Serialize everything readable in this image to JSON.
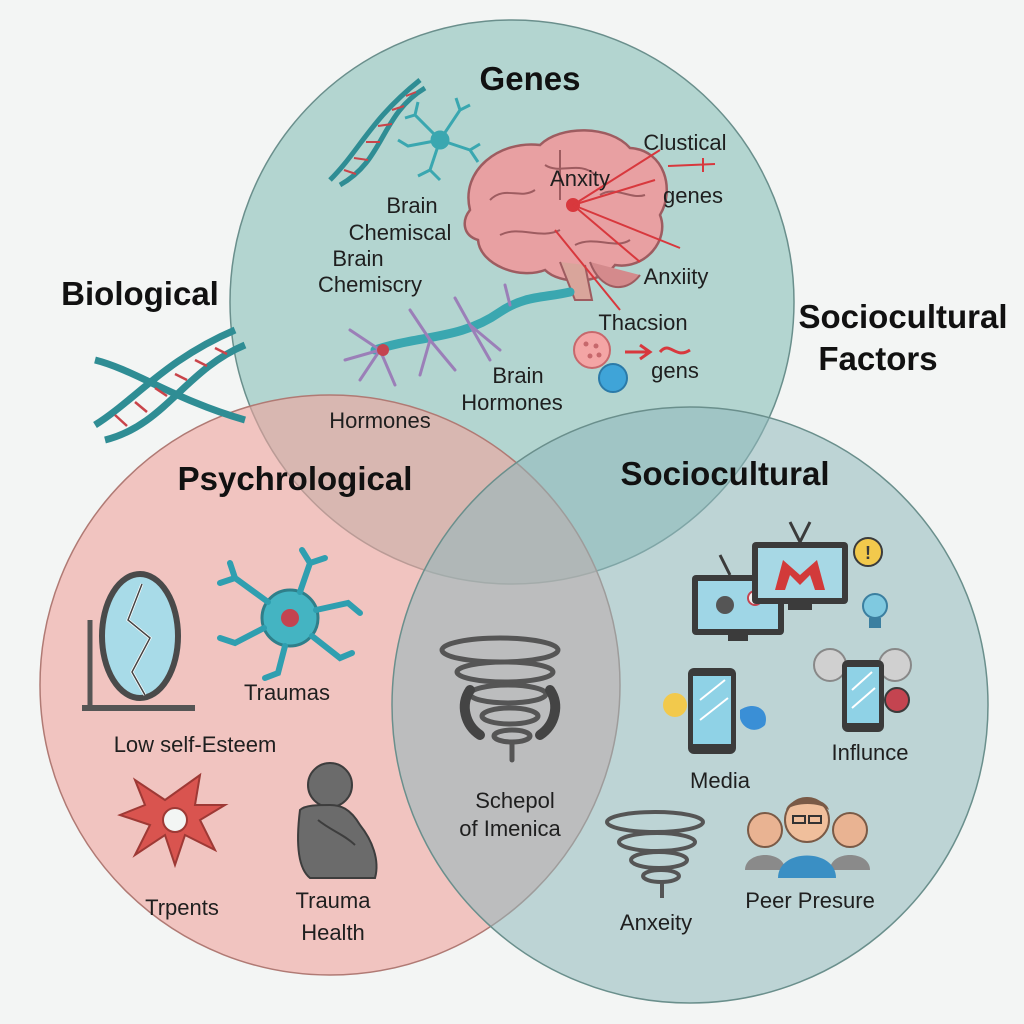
{
  "colors": {
    "background": "#f3f5f4",
    "top_circle": "#9dc9c4",
    "left_circle": "#f0a39c",
    "right_circle": "#9ec3c4",
    "circle_stroke": "#6a8f8c",
    "brain": "#e8a0a2",
    "neuron_teal": "#3aa7b0",
    "neuron_purple": "#9b7fb8",
    "arrow_red": "#d8383d",
    "dna_teal": "#2f8d94",
    "dna_red": "#c9444a",
    "figure_gray": "#6b6b6b"
  },
  "diagram": {
    "labels": {
      "genes": "Genes",
      "biological": "Biological",
      "sociocultural_factors_line1": "Sociocultural",
      "sociocultural_factors_line2": "Factors",
      "psychrological": "Psychrological",
      "sociocultural": "Sociocultural"
    },
    "top": {
      "items": [
        "Brain",
        "Chemiscal",
        "Brain",
        "Chemiscry",
        "Brain",
        "Hormones",
        "Hormones",
        "Clustical",
        "genes",
        "Anxity",
        "Anxiity",
        "Thacsion",
        "gens"
      ]
    },
    "left": {
      "items": [
        "Traumas",
        "Low self-Esteem",
        "Trpents",
        "Trauma",
        "Health"
      ]
    },
    "center": {
      "items": [
        "Schepol",
        "of Imenica"
      ]
    },
    "right": {
      "items": [
        "Media",
        "Influnce",
        "Anxeity",
        "Peer Presure"
      ]
    },
    "icons": [
      "dna-icon",
      "neuron-icon",
      "brain-icon",
      "cell-icon",
      "broken-mirror-icon",
      "tornado-icon",
      "sad-person-icon",
      "tv-icon",
      "smartphone-icon",
      "people-group-icon",
      "lightbulb-icon"
    ]
  }
}
